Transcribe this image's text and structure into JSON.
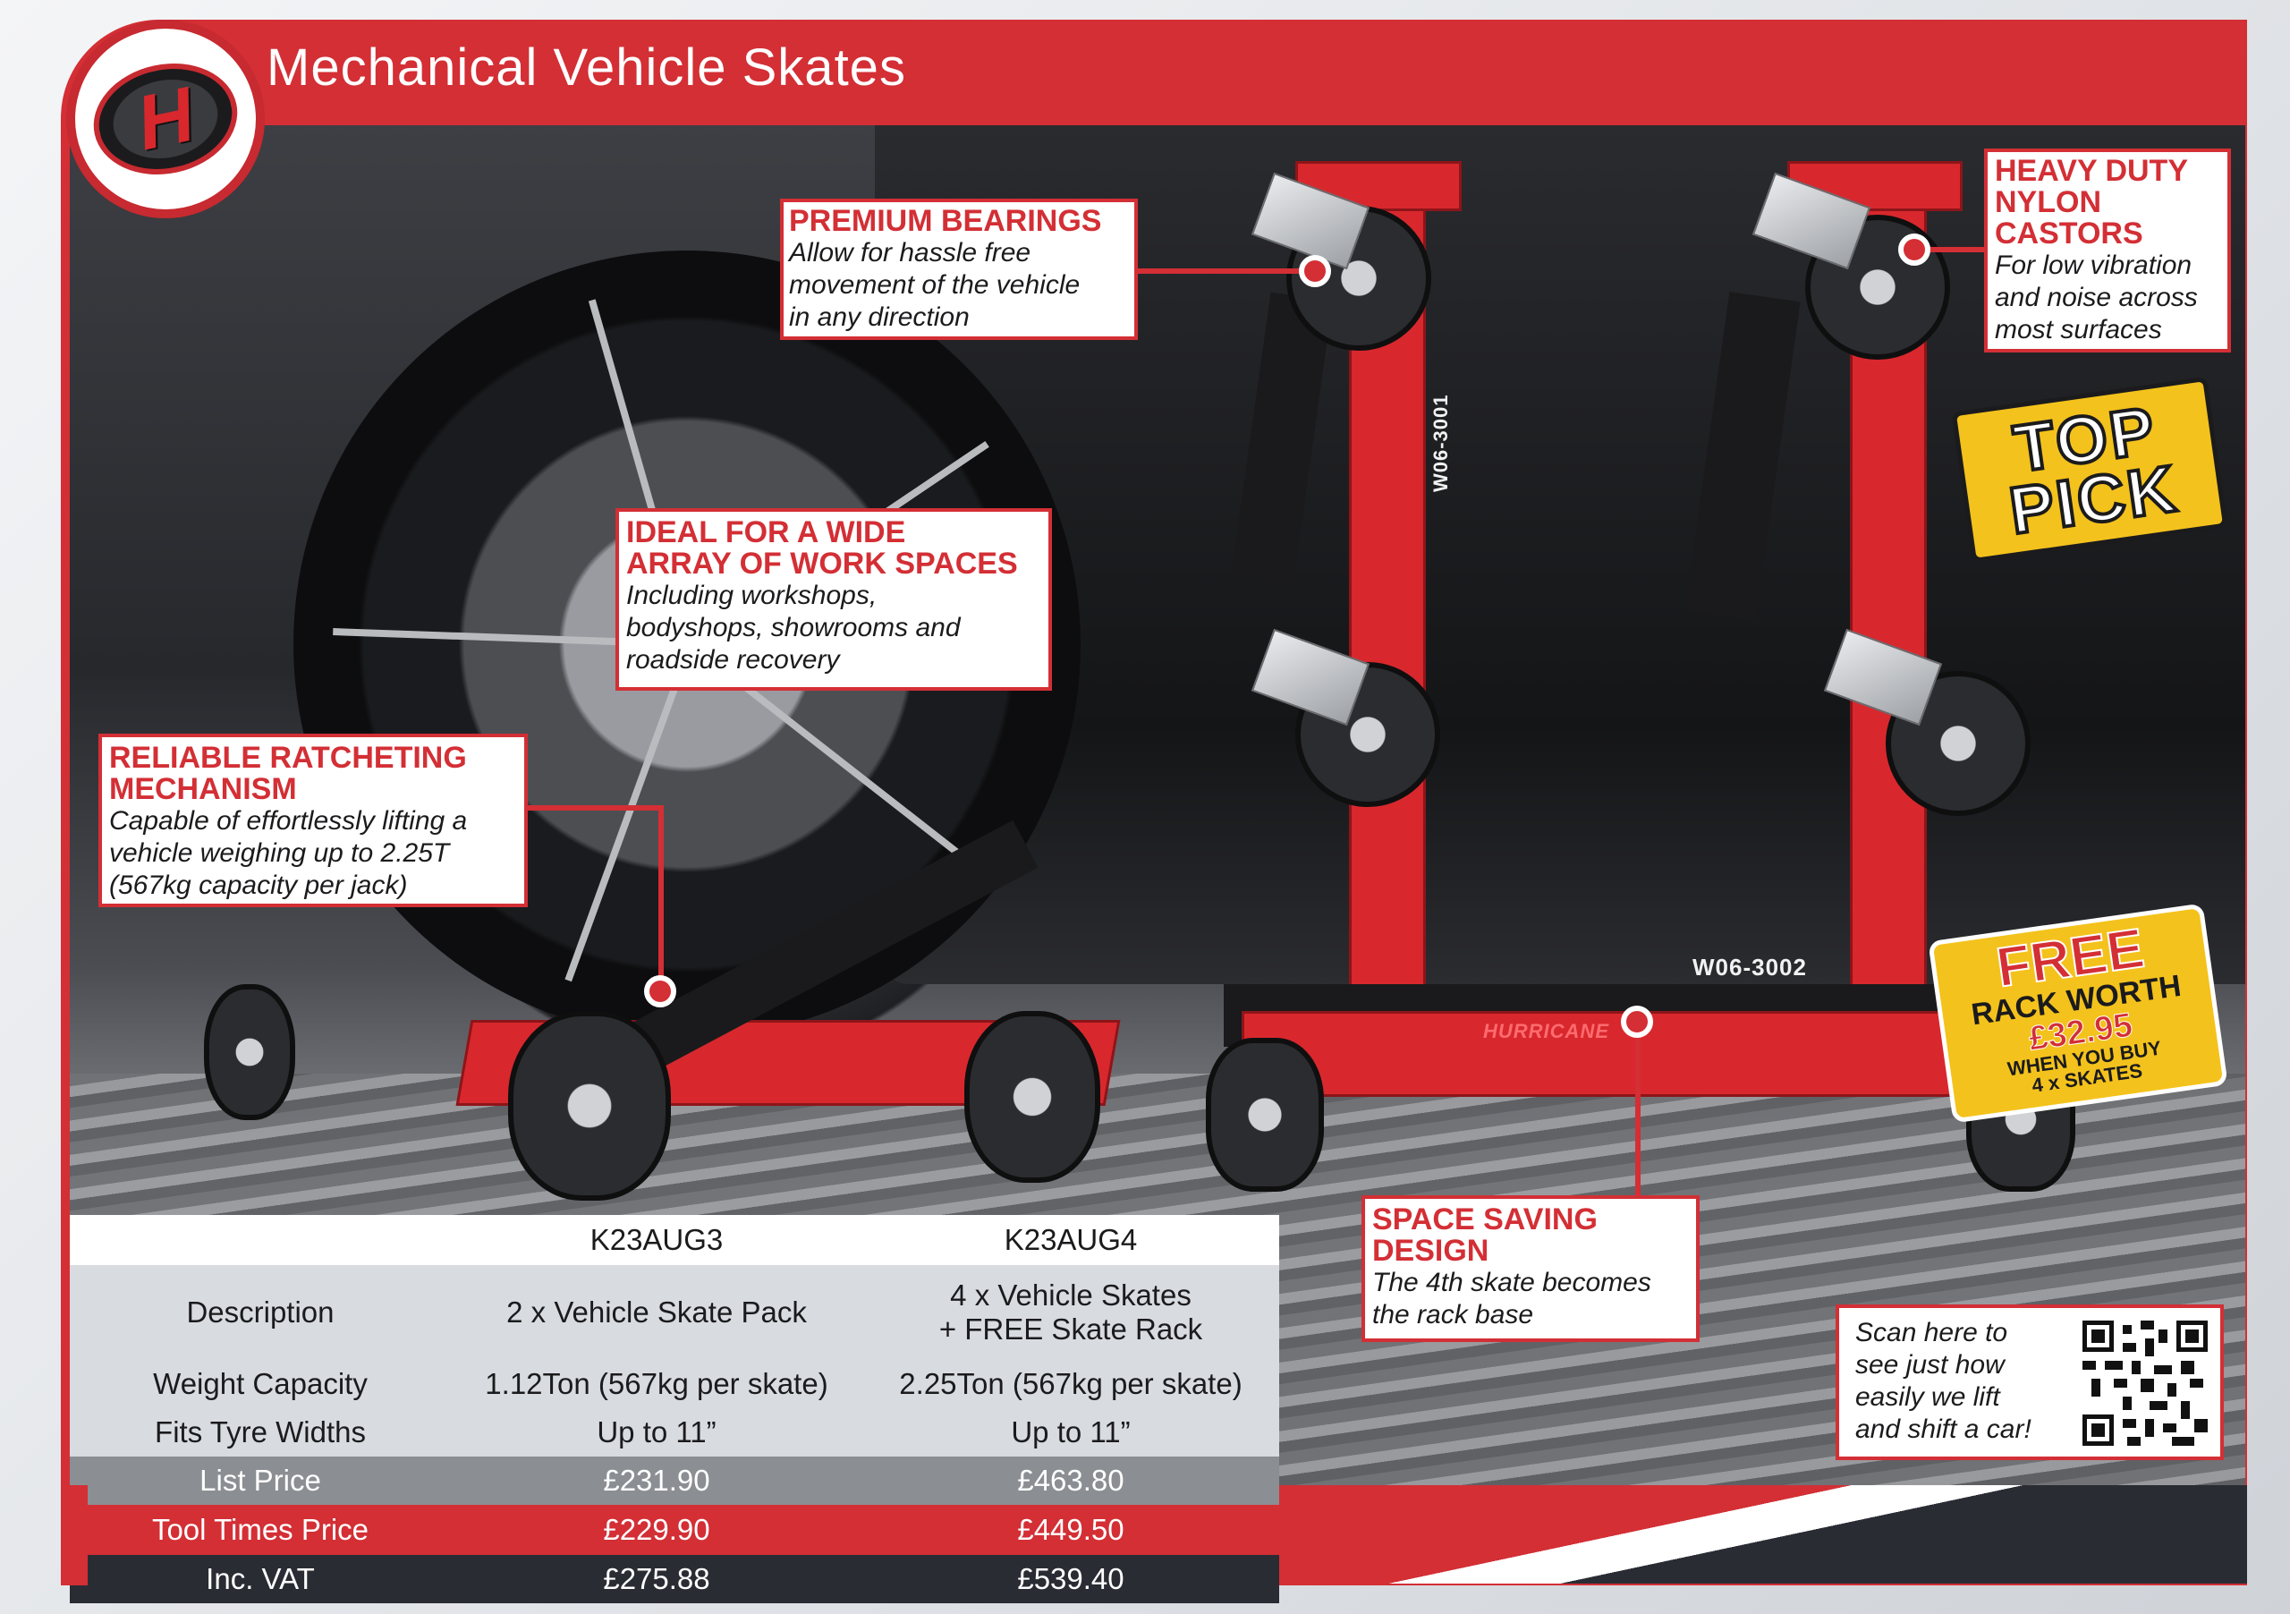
{
  "header": {
    "title": "Mechanical Vehicle Skates",
    "logo_letter": "H"
  },
  "photo_labels": {
    "product_a": "W06-3001",
    "product_b": "W06-3002",
    "brand": "HURRICANE"
  },
  "callouts": {
    "bearings": {
      "heading": "PREMIUM BEARINGS",
      "body": [
        "Allow for hassle free",
        "movement of the vehicle",
        "in any direction"
      ]
    },
    "castors": {
      "heading": [
        "HEAVY DUTY",
        "NYLON",
        "CASTORS"
      ],
      "body": [
        "For low vibration",
        "and noise across",
        "most surfaces"
      ]
    },
    "workspaces": {
      "heading": [
        "IDEAL FOR A WIDE",
        "ARRAY OF WORK SPACES"
      ],
      "body": [
        "Including workshops,",
        "bodyshops, showrooms and",
        "roadside recovery"
      ]
    },
    "ratchet": {
      "heading": [
        "RELIABLE RATCHETING",
        "MECHANISM"
      ],
      "body": [
        "Capable of effortlessly lifting a",
        "vehicle weighing up to 2.25T",
        "(567kg capacity per jack)"
      ]
    },
    "space": {
      "heading": [
        "SPACE SAVING",
        "DESIGN"
      ],
      "body": [
        "The 4th skate becomes",
        "the rack base"
      ]
    }
  },
  "badges": {
    "top_pick": [
      "TOP",
      "PICK"
    ],
    "free": {
      "line1": "FREE",
      "line2": "RACK WORTH",
      "line3": "£32.95",
      "line4": "WHEN YOU BUY",
      "line5": "4 x SKATES"
    }
  },
  "qr": {
    "text": [
      "Scan here to",
      "see just how",
      "easily we lift",
      "and shift a car!"
    ]
  },
  "table": {
    "columns": [
      "",
      "K23AUG3",
      "K23AUG4"
    ],
    "description": {
      "label": "Description",
      "a": "2 x Vehicle Skate Pack",
      "b": [
        "4 x Vehicle Skates",
        "+ FREE Skate Rack"
      ]
    },
    "weight": {
      "label": "Weight Capacity",
      "a": "1.12Ton (567kg per skate)",
      "b": "2.25Ton (567kg per skate)"
    },
    "tyre": {
      "label": "Fits Tyre Widths",
      "a": "Up to 11”",
      "b": "Up to 11”"
    },
    "list": {
      "label": "List Price",
      "a": "£231.90",
      "b": "£463.80"
    },
    "tool": {
      "label": "Tool Times Price",
      "a": "£229.90",
      "b": "£449.50"
    },
    "vat": {
      "label": "Inc. VAT",
      "a": "£275.88",
      "b": "£539.40"
    }
  },
  "colors": {
    "brand_red": "#d32f35",
    "badge_yellow": "#f4c21c",
    "dark": "#2a2c34"
  }
}
